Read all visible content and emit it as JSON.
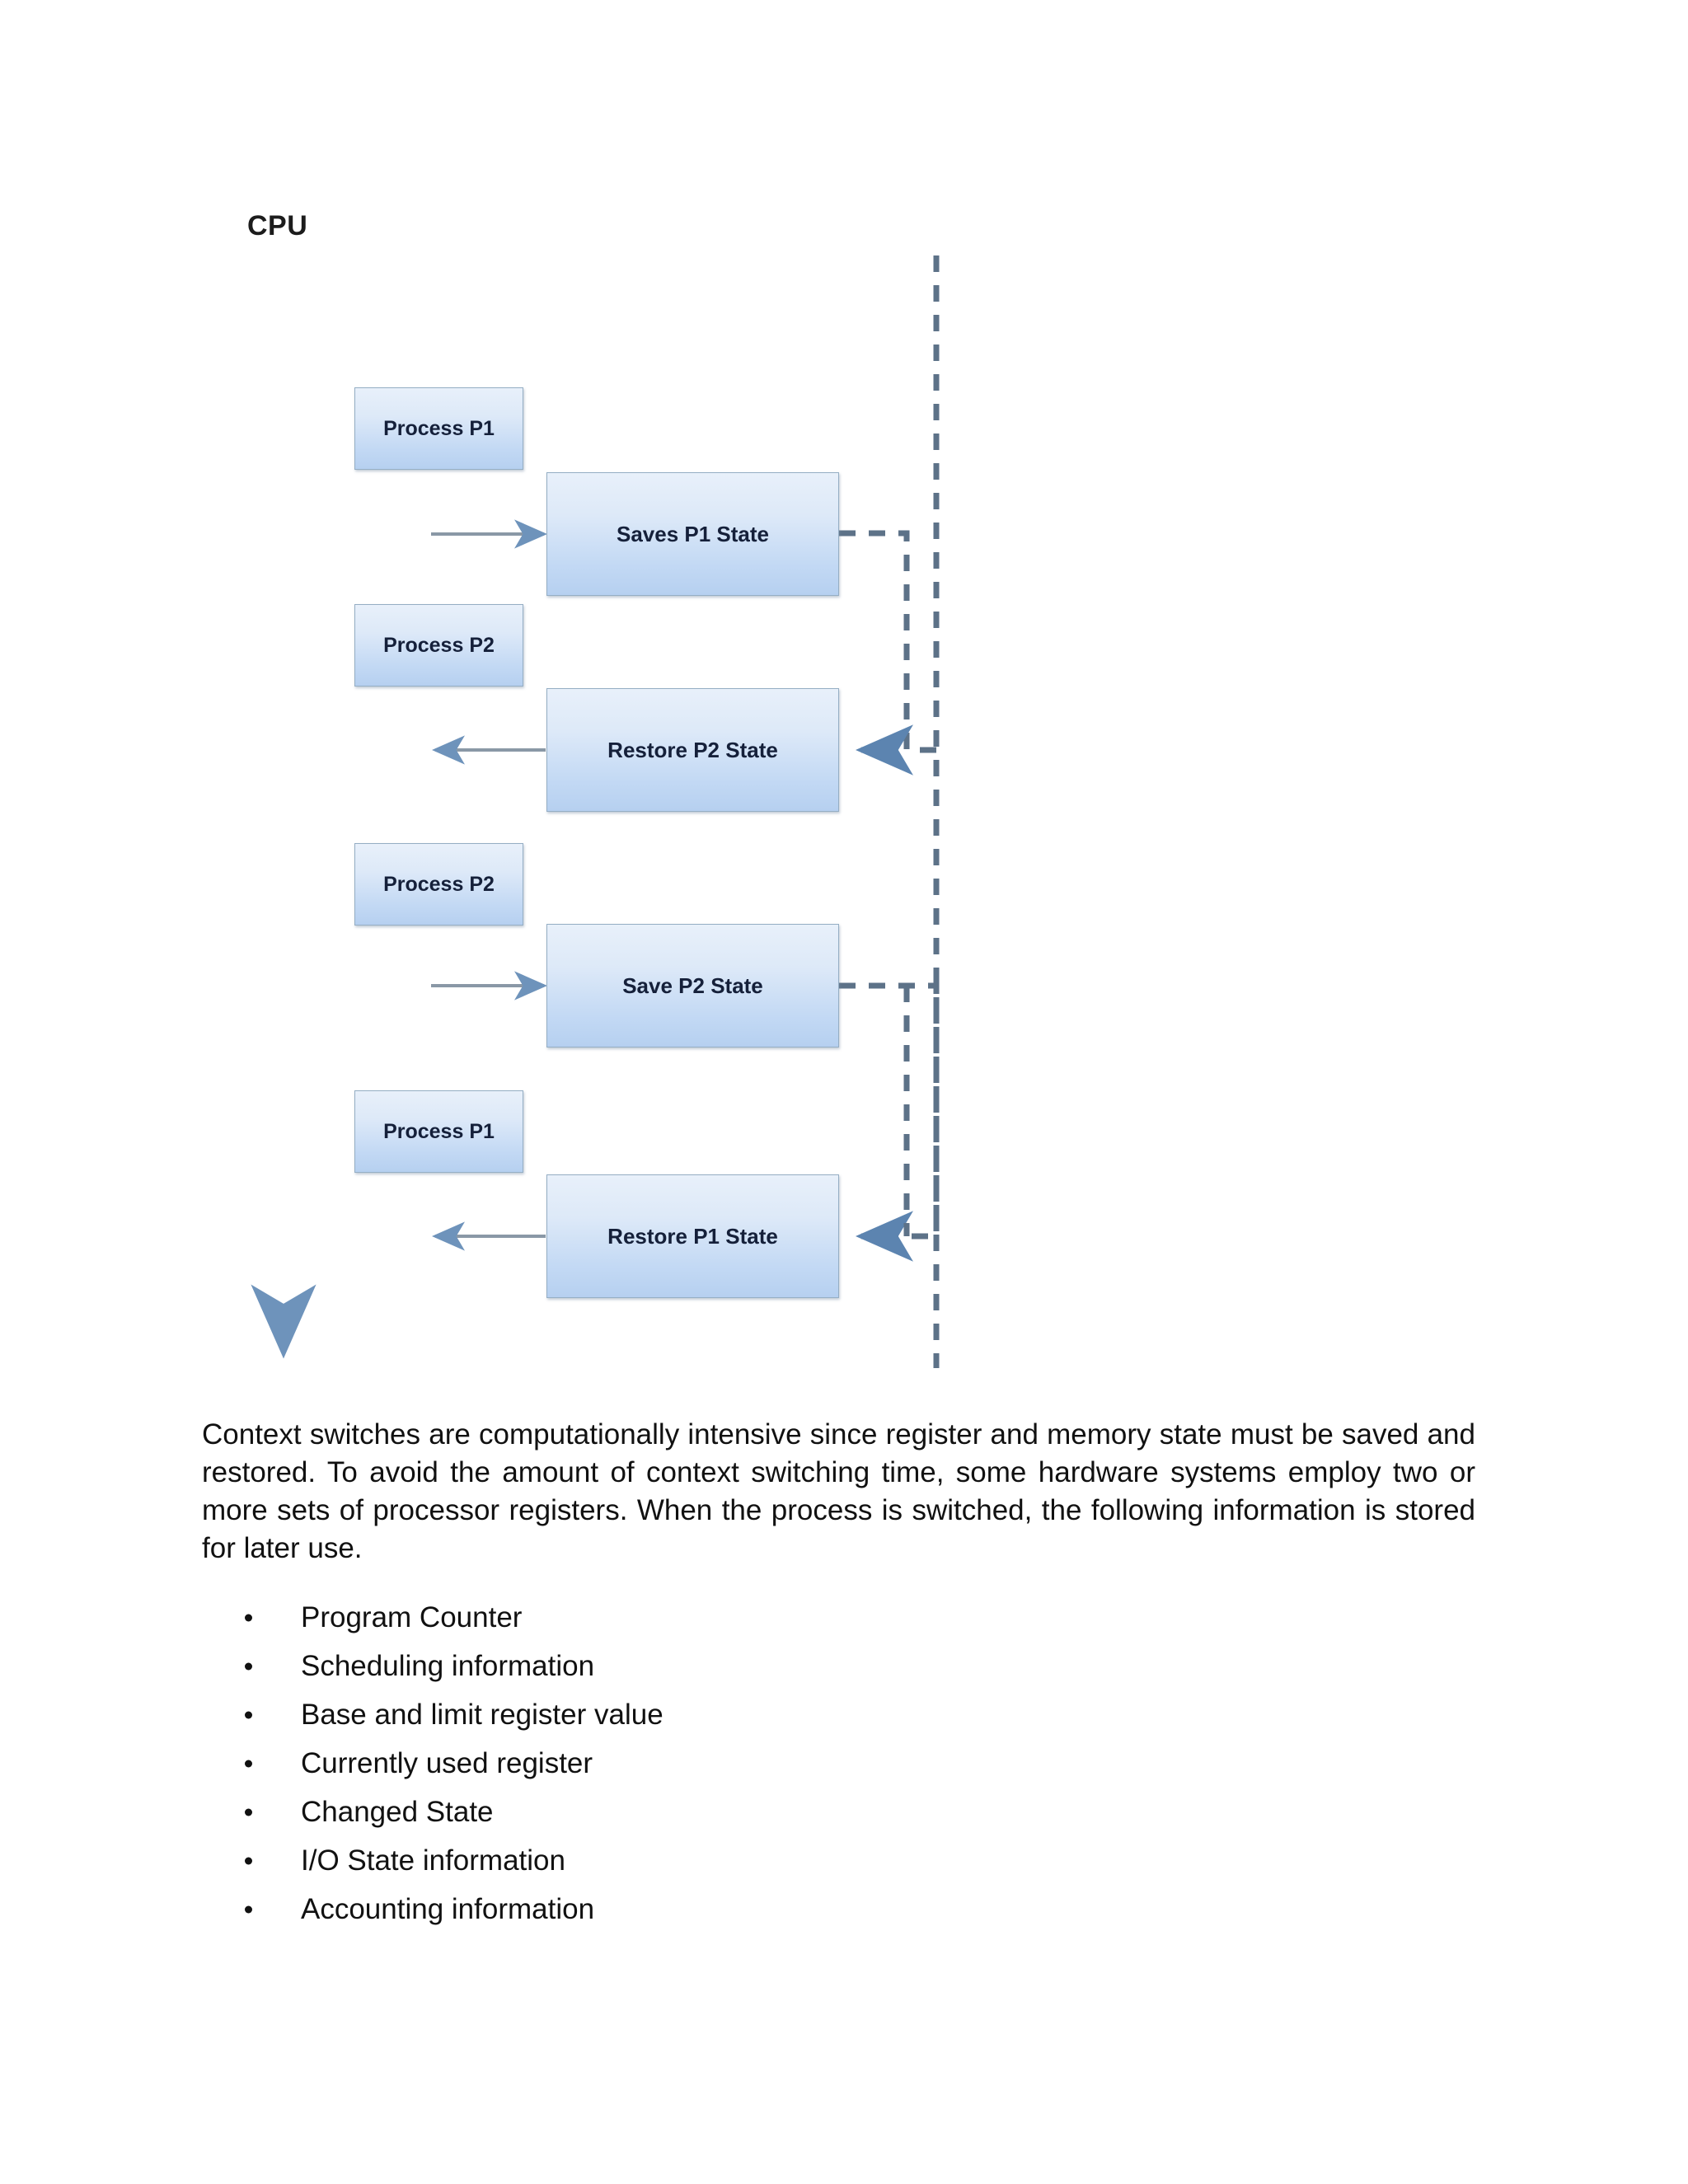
{
  "document": {
    "background_color": "#ffffff"
  },
  "diagram": {
    "title": "CPU",
    "axis_label": "CPU",
    "colors": {
      "box_fill_top": "#e8f0fa",
      "box_fill_bottom": "#b6d0f0",
      "box_border": "#95aec4",
      "cpu_line": "#6e93bb",
      "arrow_solid": "#7f8c99",
      "arrow_head": "#6e93bb",
      "dashed_line": "#5d7288",
      "text": "#15203a"
    },
    "process_boxes": [
      {
        "label": "Process P1"
      },
      {
        "label": "Process P2"
      },
      {
        "label": "Process P2"
      },
      {
        "label": "Process P1"
      }
    ],
    "state_boxes": [
      {
        "label": "Saves P1 State"
      },
      {
        "label": "Restore P2 State"
      },
      {
        "label": "Save P2 State"
      },
      {
        "label": "Restore P1 State"
      }
    ]
  },
  "content": {
    "paragraph": "Context switches are computationally intensive since register and memory state must be saved and restored. To avoid the amount of context switching time, some hardware systems employ two or more sets of processor registers. When the process is switched, the following information is stored for later use.",
    "bullets": [
      "Program Counter",
      "Scheduling information",
      "Base and limit register value",
      "Currently used register",
      "Changed State",
      "I/O State information",
      "Accounting information"
    ]
  }
}
